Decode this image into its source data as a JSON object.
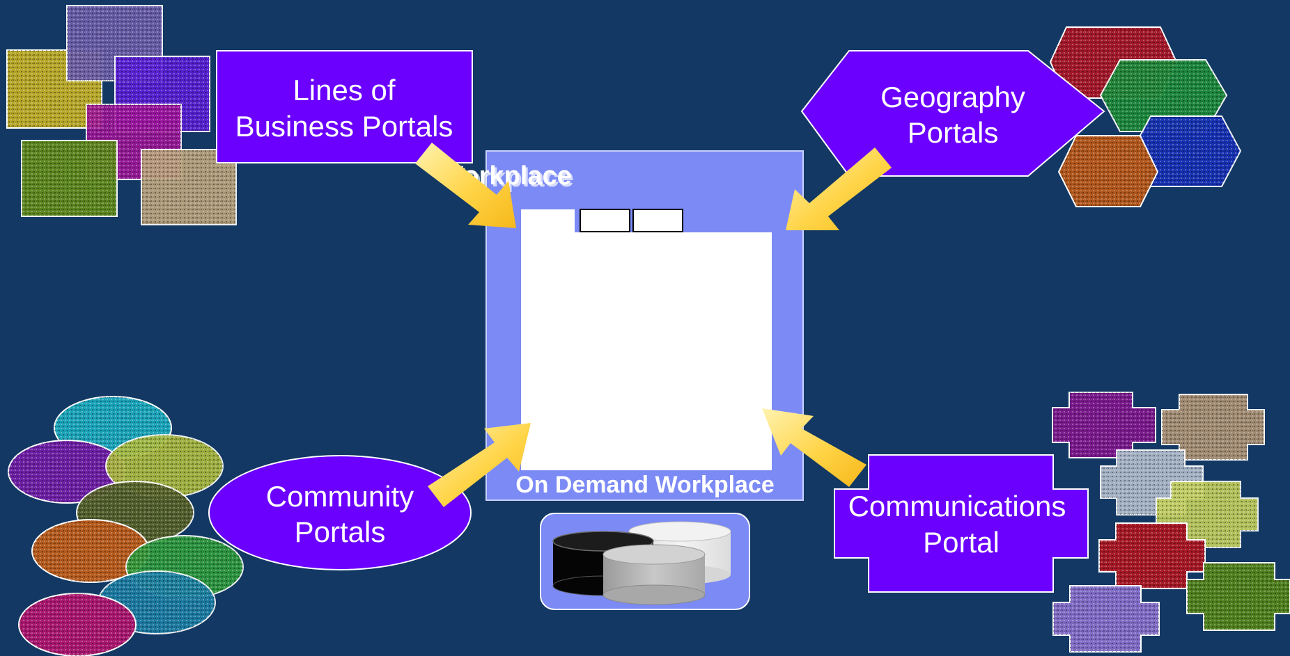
{
  "diagram": {
    "center": {
      "title": "Workplace",
      "caption": "On Demand Workplace"
    },
    "portals": {
      "lob": {
        "line1": "Lines of",
        "line2": "Business Portals"
      },
      "geo": {
        "line1": "Geography",
        "line2": "Portals"
      },
      "community": {
        "line1": "Community",
        "line2": "Portals"
      },
      "comm": {
        "line1": "Communications",
        "line2": "Portal"
      }
    },
    "colors": {
      "background": "#123863",
      "portal_fill": "#6b00ff",
      "workplace_fill": "#7b8af5",
      "arrow": "#ffd447"
    }
  }
}
